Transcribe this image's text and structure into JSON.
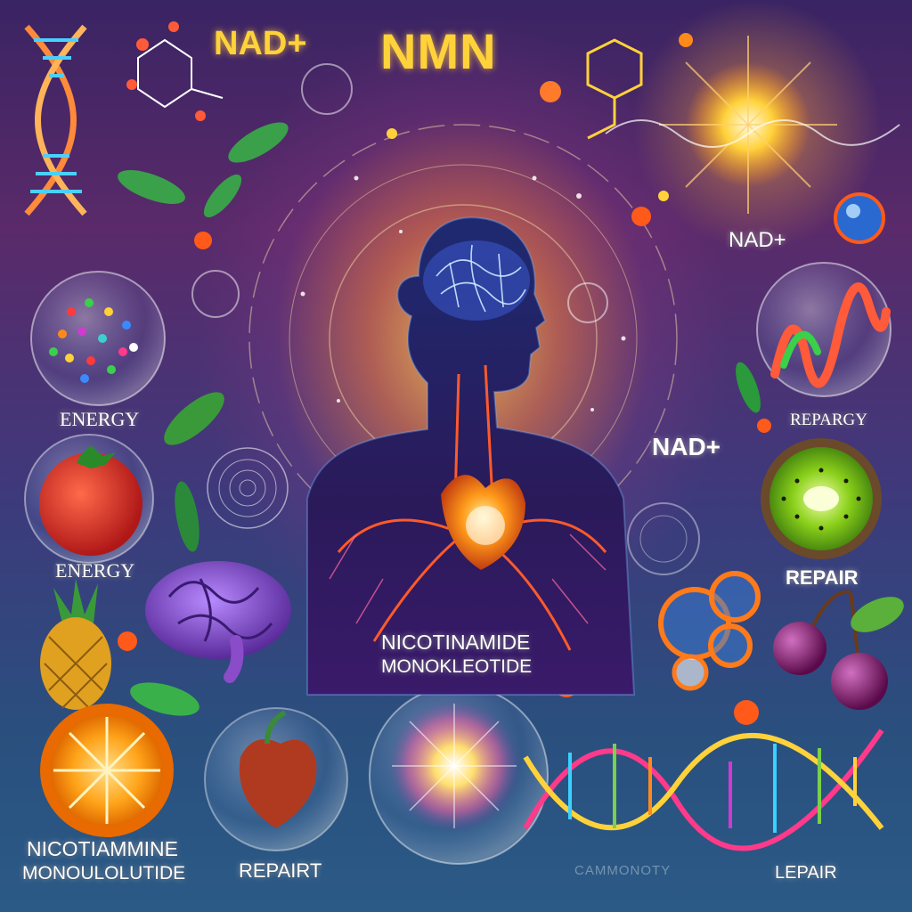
{
  "title": "NMN",
  "labels": {
    "nad_top": "NAD+",
    "nad_right": "NAD+",
    "nad_mid": "NAD+",
    "energy_1": "ENERGY",
    "energy_2": "ENERGY",
    "repargy": "REPARGY",
    "repair_right": "REPAIR",
    "repair_bottom": "REPAIRT",
    "lepair": "LEPAIR",
    "faded_bottom": "CAMMONOTY",
    "center_line1": "NICOTINAMIDE",
    "center_line2": "MONOKLEOTIDE",
    "bottom_left_line1": "NICOTIAMMINE",
    "bottom_left_line2": "MONOULOLUTIDE"
  },
  "colors": {
    "title": "#ffd23a",
    "silhouette": "#1c2058",
    "glow": "#ffc24a",
    "heart": "#ff7a1a",
    "brain": "#8a4cc8"
  }
}
